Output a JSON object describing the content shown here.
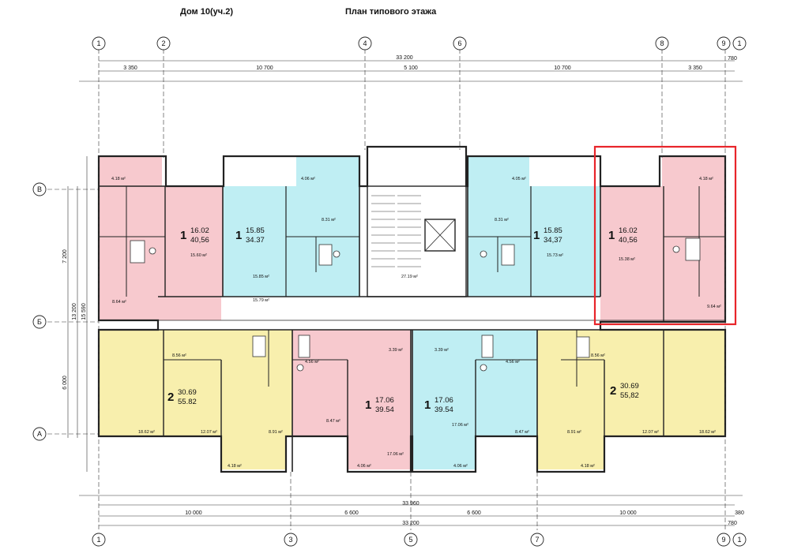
{
  "header": {
    "house": "Дом 10(уч.2)",
    "plan_title": "План типового этажа"
  },
  "axes": {
    "top": [
      "1",
      "2",
      "4",
      "6",
      "8",
      "9",
      "1"
    ],
    "bottom": [
      "1",
      "3",
      "5",
      "7",
      "9",
      "1"
    ],
    "left": [
      "В",
      "Б",
      "А"
    ]
  },
  "dimensions": {
    "top_total": "33 200",
    "top_row1": [
      "3 350",
      "10 700",
      "5 100",
      "10 700",
      "3 350",
      "780"
    ],
    "bottom_total": "33 960",
    "bottom_total2": "33 200",
    "bottom_row": [
      "10 000",
      "6 600",
      "6 600",
      "10 000",
      "380",
      "780"
    ],
    "left_vertical": [
      "7 200",
      "6 000",
      "13 200",
      "15 590"
    ]
  },
  "apartments": [
    {
      "rooms": "1",
      "living": "16.02",
      "total": "40,56"
    },
    {
      "rooms": "1",
      "living": "15.85",
      "total": "34.37"
    },
    {
      "rooms": "1",
      "living": "15.85",
      "total": "34,37"
    },
    {
      "rooms": "1",
      "living": "16.02",
      "total": "40,56"
    },
    {
      "rooms": "2",
      "living": "30.69",
      "total": "55.82"
    },
    {
      "rooms": "1",
      "living": "17.06",
      "total": "39.54"
    },
    {
      "rooms": "1",
      "living": "17.06",
      "total": "39.54"
    },
    {
      "rooms": "2",
      "living": "30.69",
      "total": "55,82"
    }
  ],
  "areas": [
    "4.18 м²",
    "4.06 м²",
    "4.05 м²",
    "4.18 м²",
    "15.60 м²",
    "15.85 м²",
    "15.73 м²",
    "15.38 м²",
    "8.31 м²",
    "8.31 м²",
    "8.64 м²",
    "9.64 м²",
    "27.19 м²",
    "15.79 м²",
    "3.39 м²",
    "3.39 м²",
    "18.62 м²",
    "12.07 м²",
    "8.91 м²",
    "8.47 м²",
    "17.06 м²",
    "17.06 м²",
    "8.47 м²",
    "8.91 м²",
    "12.07 м²",
    "18.62 м²",
    "4.18 м²",
    "4.06 м²",
    "4.06 м²",
    "4.18 м²",
    "8.56 м²",
    "8.56 м²",
    "4.56 м²",
    "4.56 м²"
  ],
  "colors": {
    "pink": "#f7c9ce",
    "cyan": "#bfeef3",
    "yellow": "#f8efad",
    "highlight": "#e8252a",
    "line": "#222222"
  }
}
